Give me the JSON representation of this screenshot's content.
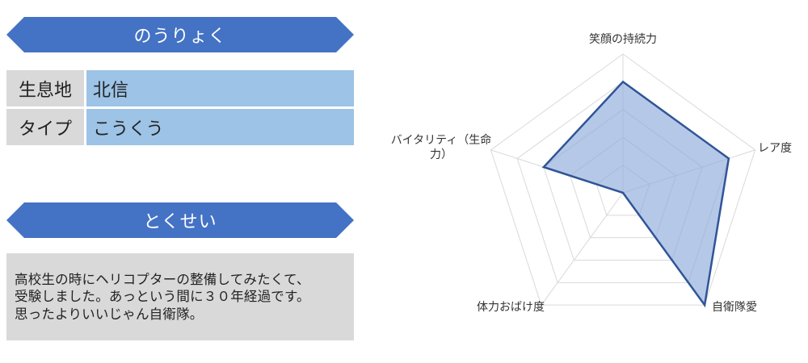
{
  "ability_banner": "のうりょく",
  "info": {
    "rows": [
      {
        "key": "生息地",
        "value": "北信"
      },
      {
        "key": "タイプ",
        "value": "こうくう"
      }
    ]
  },
  "trait_banner": "とくせい",
  "description": {
    "lines": [
      "高校生の時にヘリコプターの整備してみたくて、",
      "受験しました。あっという間に３０年経過です。",
      "思ったよりいいじゃん自衛隊。"
    ]
  },
  "colors": {
    "banner": "#4472c4",
    "label_bg": "#d9d9d9",
    "value_bg": "#9dc3e6",
    "radar_line": "#2f5597",
    "radar_fill": "#8faadc"
  },
  "chart_data": {
    "type": "radar",
    "axes": [
      {
        "label_lines": [
          "笑顔の持続力"
        ]
      },
      {
        "label_lines": [
          "レア度"
        ]
      },
      {
        "label_lines": [
          "自衛隊愛"
        ]
      },
      {
        "label_lines": [
          "体力おばけ度"
        ]
      },
      {
        "label_lines": [
          "バイタリティ（生命",
          "力）"
        ]
      }
    ],
    "values": [
      4.0,
      4.0,
      5.0,
      0.0,
      3.0
    ],
    "max": 5,
    "gridlines": 5
  }
}
